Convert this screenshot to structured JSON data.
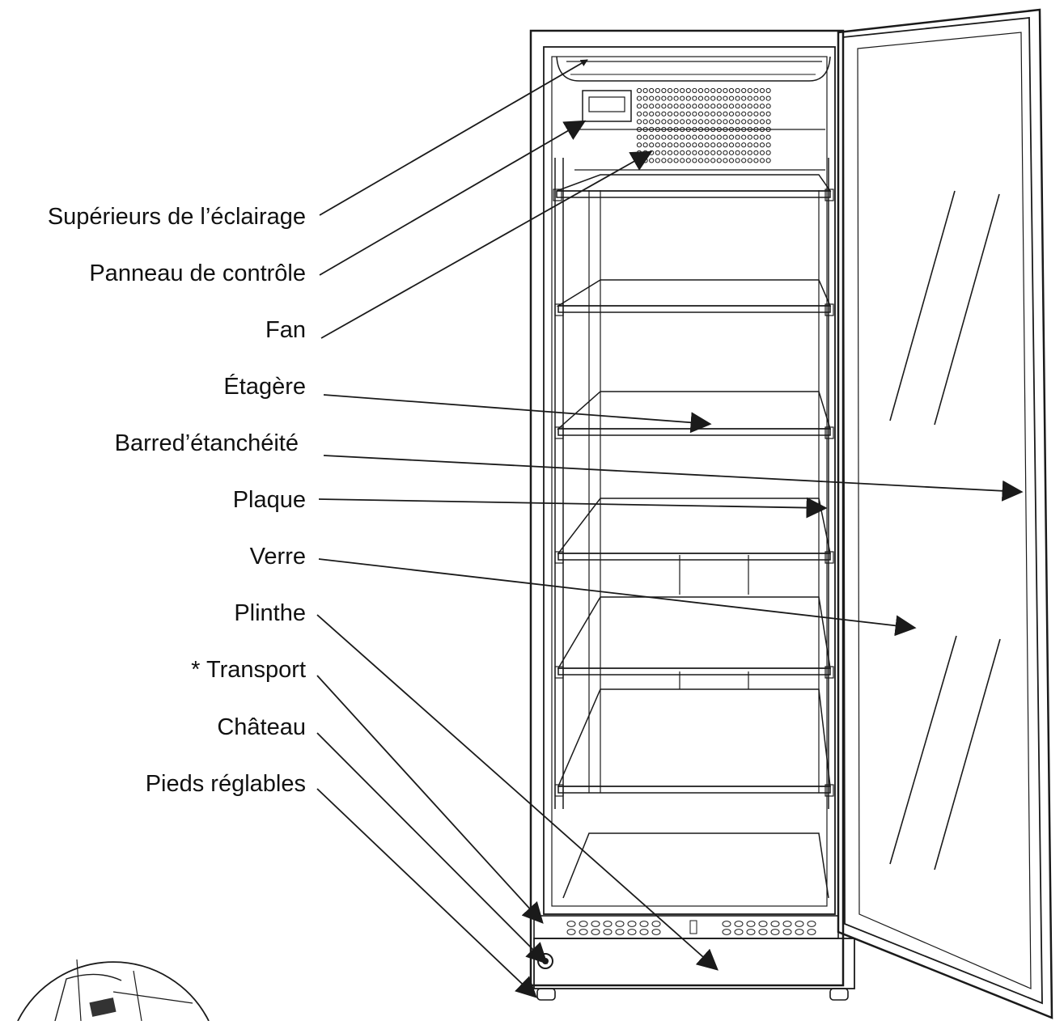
{
  "labels": [
    {
      "id": "upper-lighting",
      "text": "Supérieurs de l’éclairage"
    },
    {
      "id": "control-panel",
      "text": "Panneau de contrôle"
    },
    {
      "id": "fan",
      "text": "Fan"
    },
    {
      "id": "shelf",
      "text": "Étagère"
    },
    {
      "id": "seal-bar",
      "text": "Barred’étanchéité"
    },
    {
      "id": "plate",
      "text": "Plaque"
    },
    {
      "id": "glass",
      "text": "Verre"
    },
    {
      "id": "plinth",
      "text": "Plinthe"
    },
    {
      "id": "transport",
      "text": "* Transport"
    },
    {
      "id": "lock",
      "text": "Château"
    },
    {
      "id": "adjustable-feet",
      "text": "Pieds réglables"
    }
  ],
  "colors": {
    "line": "#1a1a1a",
    "text": "#111111",
    "background": "#ffffff"
  }
}
